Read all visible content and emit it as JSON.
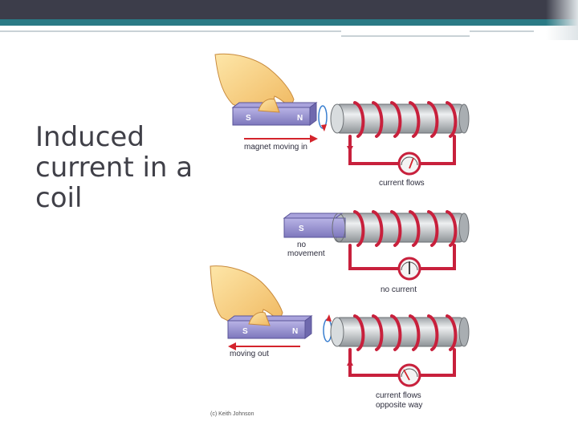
{
  "slide": {
    "title": "Induced\ncurrent in a\ncoil"
  },
  "figure": {
    "panels": [
      {
        "magnet_label": "magnet moving in",
        "meter_label": "current flows",
        "pole_s": "S",
        "pole_n": "N"
      },
      {
        "magnet_label_line1": "no",
        "magnet_label_line2": "movement",
        "meter_label": "no current",
        "pole_s": "S"
      },
      {
        "magnet_label": "moving out",
        "meter_label_line1": "current flows",
        "meter_label_line2": "opposite way",
        "pole_s": "S",
        "pole_n": "N"
      }
    ],
    "credit": "(c) Keith Johnson",
    "colors": {
      "wire": "#c8203c",
      "magnet": "#8c86c8",
      "coil": "#bfc3c6",
      "arrow": "#d4242c"
    }
  }
}
